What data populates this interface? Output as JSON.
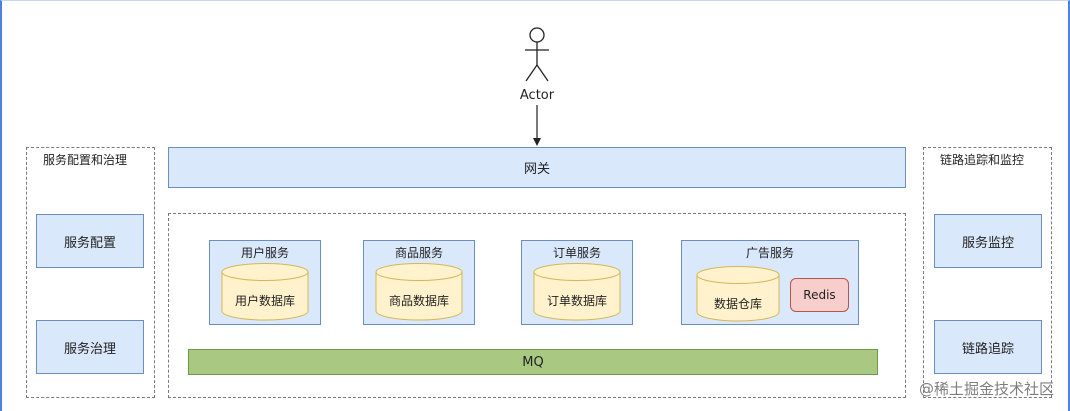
{
  "actor": {
    "label": "Actor"
  },
  "gateway": {
    "label": "网关"
  },
  "left_panel": {
    "title": "服务配置和治理",
    "items": [
      "服务配置",
      "服务治理"
    ]
  },
  "right_panel": {
    "title": "链路追踪和监控",
    "items": [
      "服务监控",
      "链路追踪"
    ]
  },
  "services": [
    {
      "name": "用户服务",
      "db": "用户数据库"
    },
    {
      "name": "商品服务",
      "db": "商品数据库"
    },
    {
      "name": "订单服务",
      "db": "订单数据库"
    },
    {
      "name": "广告服务",
      "db": "数据仓库",
      "cache": "Redis"
    }
  ],
  "mq": {
    "label": "MQ"
  },
  "watermark": "@稀土掘金技术社区",
  "colors": {
    "box_fill": "#dae8fc",
    "box_border": "#6c8ebf",
    "db_fill": "#fff2cc",
    "db_border": "#d6b656",
    "redis_fill": "#f8cecc",
    "mq_fill": "#a9c983"
  }
}
